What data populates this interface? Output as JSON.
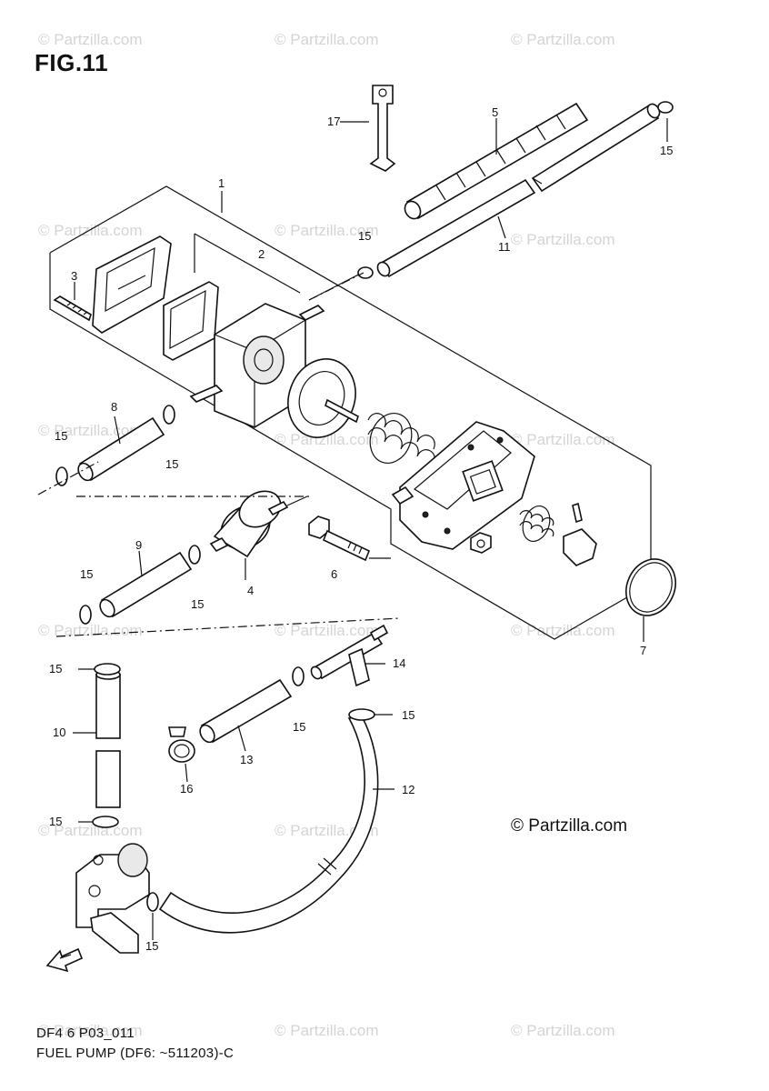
{
  "figure": {
    "title": "FIG.11",
    "copyright": "© Partzilla.com",
    "watermark": "© Partzilla.com",
    "footer_code": "DF4 6 P03_011",
    "footer_caption": "FUEL PUMP (DF6: ~511203)-C"
  },
  "callouts": {
    "c1": "1",
    "c2": "2",
    "c3": "3",
    "c4": "4",
    "c5": "5",
    "c6": "6",
    "c7": "7",
    "c8": "8",
    "c9": "9",
    "c10": "10",
    "c11": "11",
    "c12": "12",
    "c13": "13",
    "c14": "14",
    "c15": "15",
    "c16": "16",
    "c17": "17"
  },
  "icons": {
    "forward_arrow": "fwd-arrow-icon"
  }
}
